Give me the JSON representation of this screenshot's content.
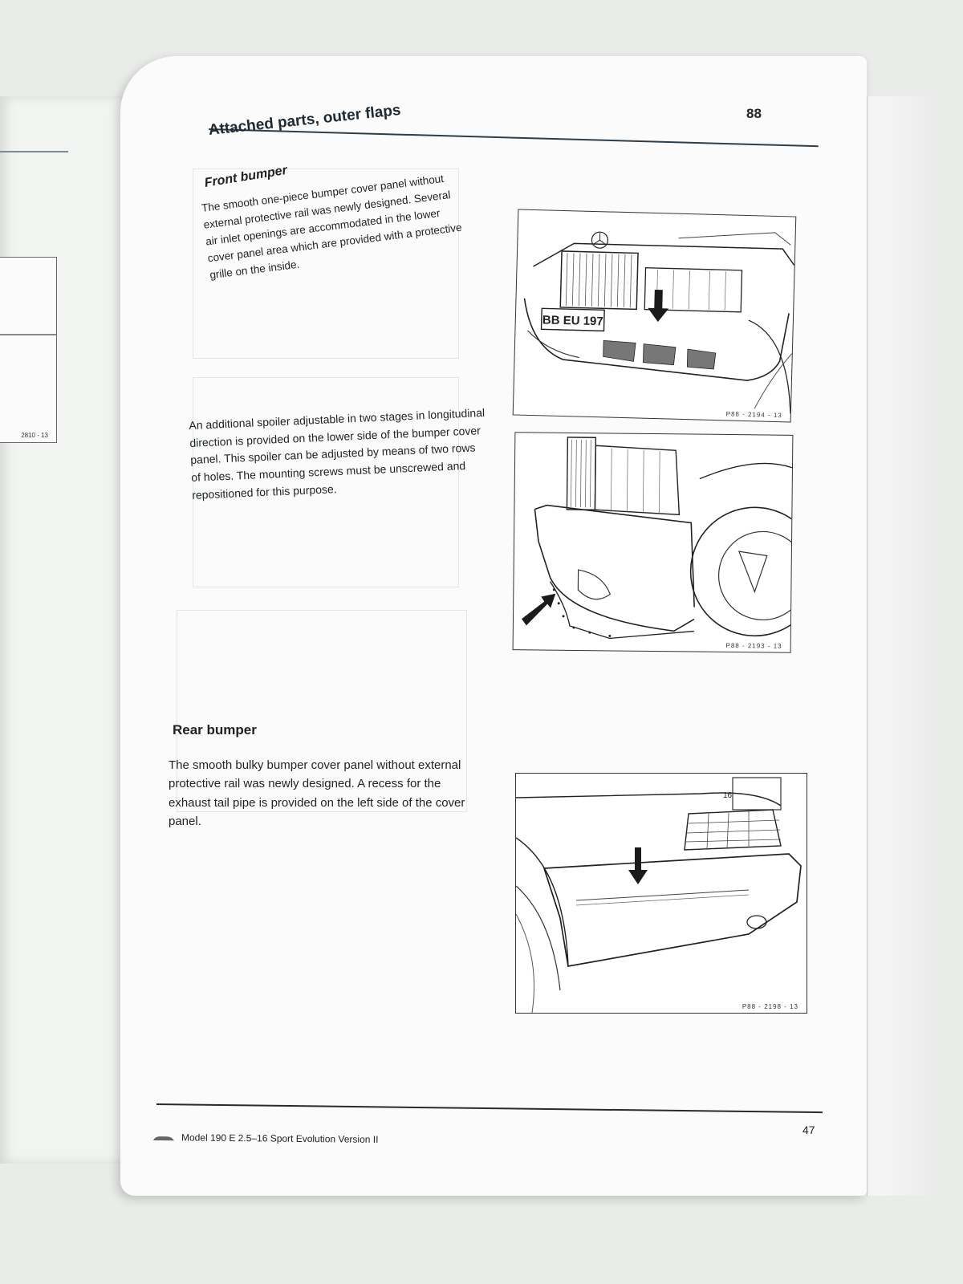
{
  "document": {
    "section_header": "Attached parts, outer flaps",
    "section_page_number": "88",
    "front_bumper": {
      "title": "Front bumper",
      "text": "The smooth one-piece bumper cover panel without external protective rail was newly designed. Several air inlet openings are accommodated in the lower cover panel area which are provided with a protective grille on the inside.",
      "figure_code": "P88 - 2194 - 13",
      "plate": "BB EU 197"
    },
    "spoiler": {
      "text": "An additional spoiler adjustable in two stages in longitudinal direction is provided on the lower side of the bumper cover panel. This spoiler can be adjusted by means of two rows of holes. The mounting screws must be unscrewed and repositioned for this purpose.",
      "figure_code": "P88 - 2193 - 13"
    },
    "rear_bumper": {
      "title": "Rear bumper",
      "text": "The smooth bulky bumper cover panel without external protective rail was newly designed. A recess for the exhaust tail pipe is provided on the left side of the cover panel.",
      "figure_code": "P88 - 2198 - 13",
      "badge": "16"
    },
    "footer_text": "Model 190 E 2.5–16 Sport Evolution Version II",
    "page_number": "47",
    "left_page_figure_code": "2810 - 13"
  },
  "colors": {
    "page": "#fafbfa",
    "rule": "#2f3d48",
    "text": "#1e2327",
    "arrow": "#1a1a1a"
  }
}
